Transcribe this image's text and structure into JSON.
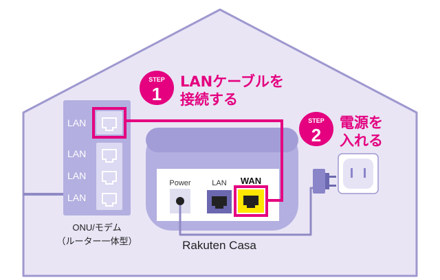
{
  "colors": {
    "accent_pink": "#e4007f",
    "house_fill": "#e9e5f5",
    "house_stroke": "#9e98cf",
    "device_fill": "#b3afe0",
    "device_dark": "#8a85c8",
    "port_fill": "#dcd9f2",
    "wan_highlight": "#ffe600",
    "cable": "#8f89c4"
  },
  "steps": [
    {
      "badge_word": "STEP",
      "number": "1",
      "title_line1": "LANケーブルを",
      "title_line2": "接続する"
    },
    {
      "badge_word": "STEP",
      "number": "2",
      "title_line1": "電源を",
      "title_line2": "入れる"
    }
  ],
  "onu": {
    "port_labels": [
      "LAN",
      "LAN",
      "LAN",
      "LAN"
    ],
    "caption_line1": "ONU/モデム",
    "caption_line2": "（ルーター一体型）"
  },
  "router": {
    "port_labels": {
      "power": "Power",
      "lan": "LAN",
      "wan": "WAN"
    },
    "caption": "Rakuten Casa"
  },
  "icons": {
    "power_adapter": "power-adapter-icon",
    "wall_outlet": "wall-outlet-icon",
    "ethernet_port": "ethernet-port-icon"
  }
}
